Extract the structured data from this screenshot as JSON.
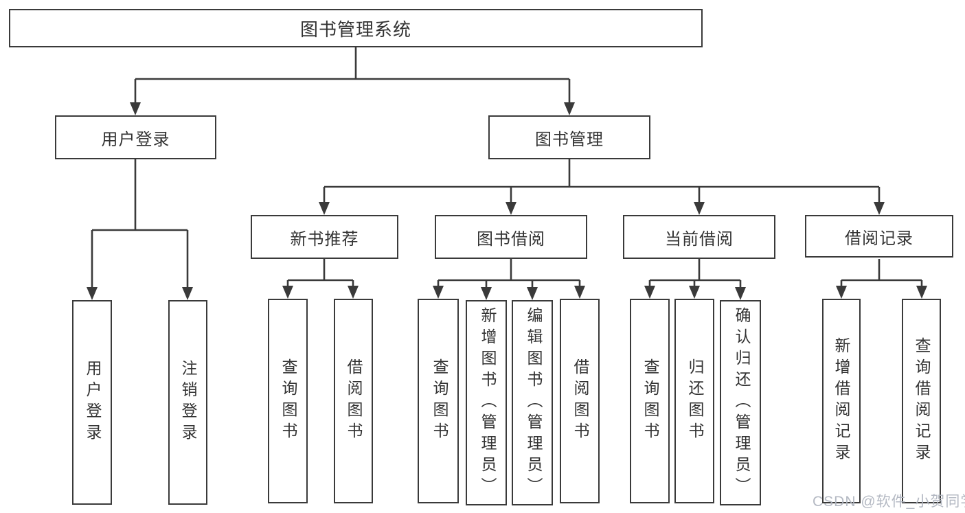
{
  "tree": {
    "label": "图书管理系统",
    "children": [
      {
        "label": "用户登录",
        "children": [
          {
            "label": "用户登录"
          },
          {
            "label": "注销登录"
          }
        ]
      },
      {
        "label": "图书管理",
        "children": [
          {
            "label": "新书推荐",
            "children": [
              {
                "label": "查询图书"
              },
              {
                "label": "借阅图书"
              }
            ]
          },
          {
            "label": "图书借阅",
            "children": [
              {
                "label": "查询图书"
              },
              {
                "label": "新增图书（管理员）"
              },
              {
                "label": "编辑图书（管理员）"
              },
              {
                "label": "借阅图书"
              }
            ]
          },
          {
            "label": "当前借阅",
            "children": [
              {
                "label": "查询图书"
              },
              {
                "label": "归还图书"
              },
              {
                "label": "确认归还（管理员）"
              }
            ]
          },
          {
            "label": "借阅记录",
            "children": [
              {
                "label": "新增借阅记录"
              },
              {
                "label": "查询借阅记录"
              }
            ]
          }
        ]
      }
    ]
  },
  "colors": {
    "line": "#3a3a3a",
    "text": "#333333",
    "watermark": "#b0b5c0",
    "background": "#ffffff"
  },
  "watermark": {
    "text": "CSDN @软件_小贺同学"
  }
}
